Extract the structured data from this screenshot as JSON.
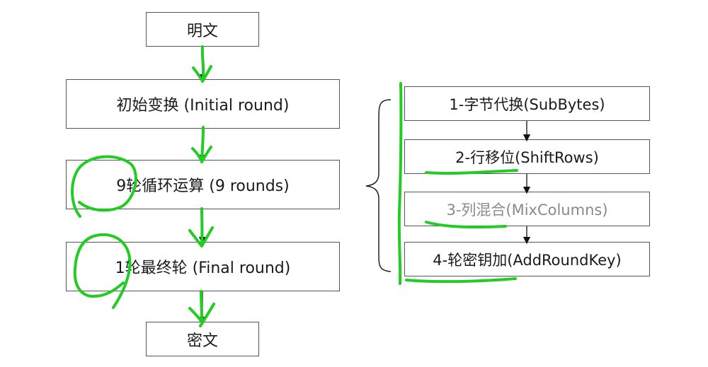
{
  "diagram": {
    "title": "AES encryption flow",
    "main_flow": [
      {
        "id": "plaintext",
        "label": "明文"
      },
      {
        "id": "initial-round",
        "label": "初始变换 (Initial round)"
      },
      {
        "id": "nine-rounds",
        "label": "9轮循环运算 (9 rounds)"
      },
      {
        "id": "final-round",
        "label": "1轮最终轮 (Final round)"
      },
      {
        "id": "ciphertext",
        "label": "密文"
      }
    ],
    "round_steps": [
      {
        "id": "subbytes",
        "label": "1-字节代换(SubBytes)"
      },
      {
        "id": "shiftrows",
        "label": "2-行移位(ShiftRows)"
      },
      {
        "id": "mixcolumns",
        "label": "3-列混合(MixColumns)",
        "muted": true
      },
      {
        "id": "addroundkey",
        "label": "4-轮密钥加(AddRoundKey)"
      }
    ],
    "annotation_color": "#22cc22"
  }
}
